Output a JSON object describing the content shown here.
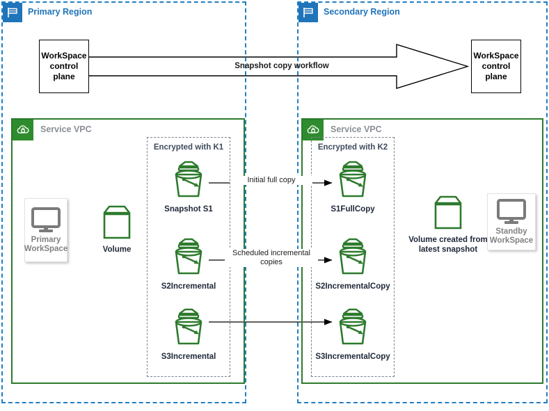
{
  "diagram": {
    "title": "WorkSpaces cross-region snapshot copy architecture",
    "colors": {
      "region_blue": "#2074ba",
      "vpc_green": "#2e8b2e",
      "snapshot_green": "#2d7a2d",
      "workspace_grey": "#828282",
      "line_black": "#000000",
      "enc_dash_grey": "#7a808c"
    }
  },
  "regions": [
    {
      "id": "primary",
      "title": "Primary Region",
      "icon": "region-flag-icon",
      "vpc": {
        "title": "Service VPC",
        "icon": "vpc-cloud-lock-icon"
      },
      "encrypted_group": {
        "title": "Encrypted with K1"
      }
    },
    {
      "id": "secondary",
      "title": "Secondary Region",
      "icon": "region-flag-icon",
      "vpc": {
        "title": "Service VPC",
        "icon": "vpc-cloud-lock-icon"
      },
      "encrypted_group": {
        "title": "Encrypted with K2"
      }
    }
  ],
  "control_planes": {
    "primary": "WorkSpace control plane",
    "secondary": "WorkSpace control plane"
  },
  "workflow": {
    "arrow_label": "Snapshot copy workflow"
  },
  "primary_resources": {
    "workspace": "Primary WorkSpace",
    "volume": "Volume",
    "snapshots": [
      {
        "label": "Snapshot S1",
        "icon": "snapshot-bucket-icon"
      },
      {
        "label": "S2Incremental",
        "icon": "snapshot-bucket-icon"
      },
      {
        "label": "S3Incremental",
        "icon": "snapshot-bucket-icon"
      }
    ]
  },
  "secondary_resources": {
    "workspace": "Standby WorkSpace",
    "volume": "Volume created from latest snapshot",
    "snapshots": [
      {
        "label": "S1FullCopy",
        "icon": "snapshot-bucket-icon"
      },
      {
        "label": "S2IncrementalCopy",
        "icon": "snapshot-bucket-icon"
      },
      {
        "label": "S3IncrementalCopy",
        "icon": "snapshot-bucket-icon"
      }
    ]
  },
  "copy_arrows": [
    {
      "id": "initial",
      "label": "Initial full copy"
    },
    {
      "id": "scheduled",
      "label_line1": "Scheduled incremental",
      "label_line2": "copies"
    },
    {
      "id": "third",
      "label": ""
    }
  ]
}
